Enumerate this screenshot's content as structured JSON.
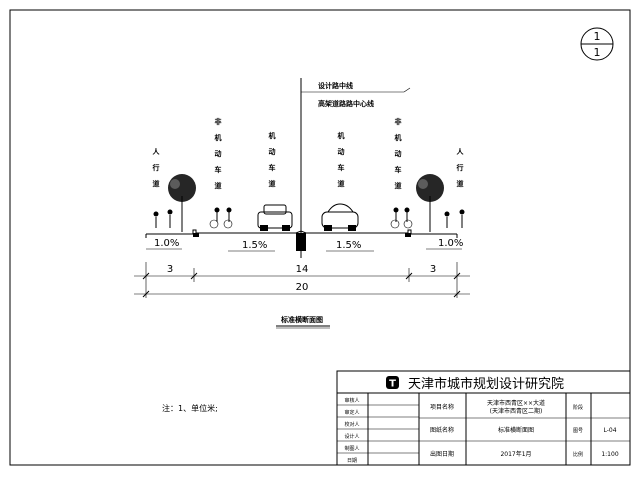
{
  "drawing_number": {
    "top": "1",
    "bottom": "1"
  },
  "centerline_labels": {
    "design_line": "设计路中线",
    "overpass_line": "高架道路路中心线"
  },
  "lane_labels": [
    "人行道",
    "非机动车道",
    "机动车道",
    "机动车道",
    "非机动车道",
    "人行道"
  ],
  "slopes": [
    "1.0%",
    "1.5%",
    "1.5%",
    "1.0%"
  ],
  "dimensions": {
    "left": "3",
    "middle": "14",
    "right": "3",
    "total": "20"
  },
  "figure_title": "标准横断面图",
  "note": "注：1、单位米;",
  "title_block": {
    "institute": "天津市城市规划设计研究院",
    "logo_letter": "T",
    "left_rows": [
      "审核人",
      "审定人",
      "校对人",
      "设计人",
      "制图人",
      "日期"
    ],
    "project_label": "项目名称",
    "project_value_line1": "天津市西青区××大道",
    "project_value_line2": "(天津市西青区二期)",
    "drawing_name_label": "图纸名称",
    "drawing_name_value": "标准横断面图",
    "date_label": "出图日期",
    "date_value": "2017年1月",
    "right_col_labels": [
      "阶段",
      "图号",
      "比例"
    ],
    "right_col_values": [
      "",
      "L-04",
      "1:100"
    ]
  }
}
